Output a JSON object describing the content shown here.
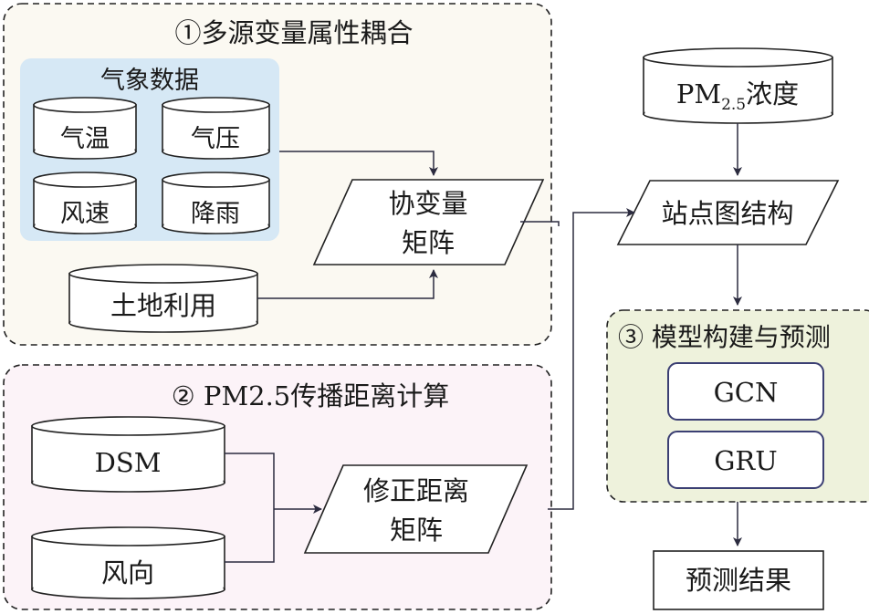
{
  "colors": {
    "group1_fill": "#fbf9f2",
    "weather_fill": "#d6e8f5",
    "group2_fill": "#fcf3f8",
    "group3_fill": "#eef2dc",
    "stroke": "#222222",
    "model_box_stroke": "#3b3f73",
    "arrow": "#2b2b3f"
  },
  "group1": {
    "title": "①多源变量属性耦合",
    "weather": {
      "title": "气象数据",
      "items": [
        "气温",
        "气压",
        "风速",
        "降雨"
      ]
    },
    "land": "土地利用",
    "covariate_matrix": [
      "协变量",
      "矩阵"
    ]
  },
  "group2": {
    "title": "② PM2.5传播距离计算",
    "dsm": "DSM",
    "wind_dir": "风向",
    "corrected_matrix": [
      "修正距离",
      "矩阵"
    ]
  },
  "pm25": {
    "base": "PM",
    "sub": "2.5",
    "suffix": "浓度"
  },
  "station_graph": "站点图结构",
  "group3": {
    "title": "③ 模型构建与预测",
    "models": [
      "GCN",
      "GRU"
    ]
  },
  "result": "预测结果"
}
